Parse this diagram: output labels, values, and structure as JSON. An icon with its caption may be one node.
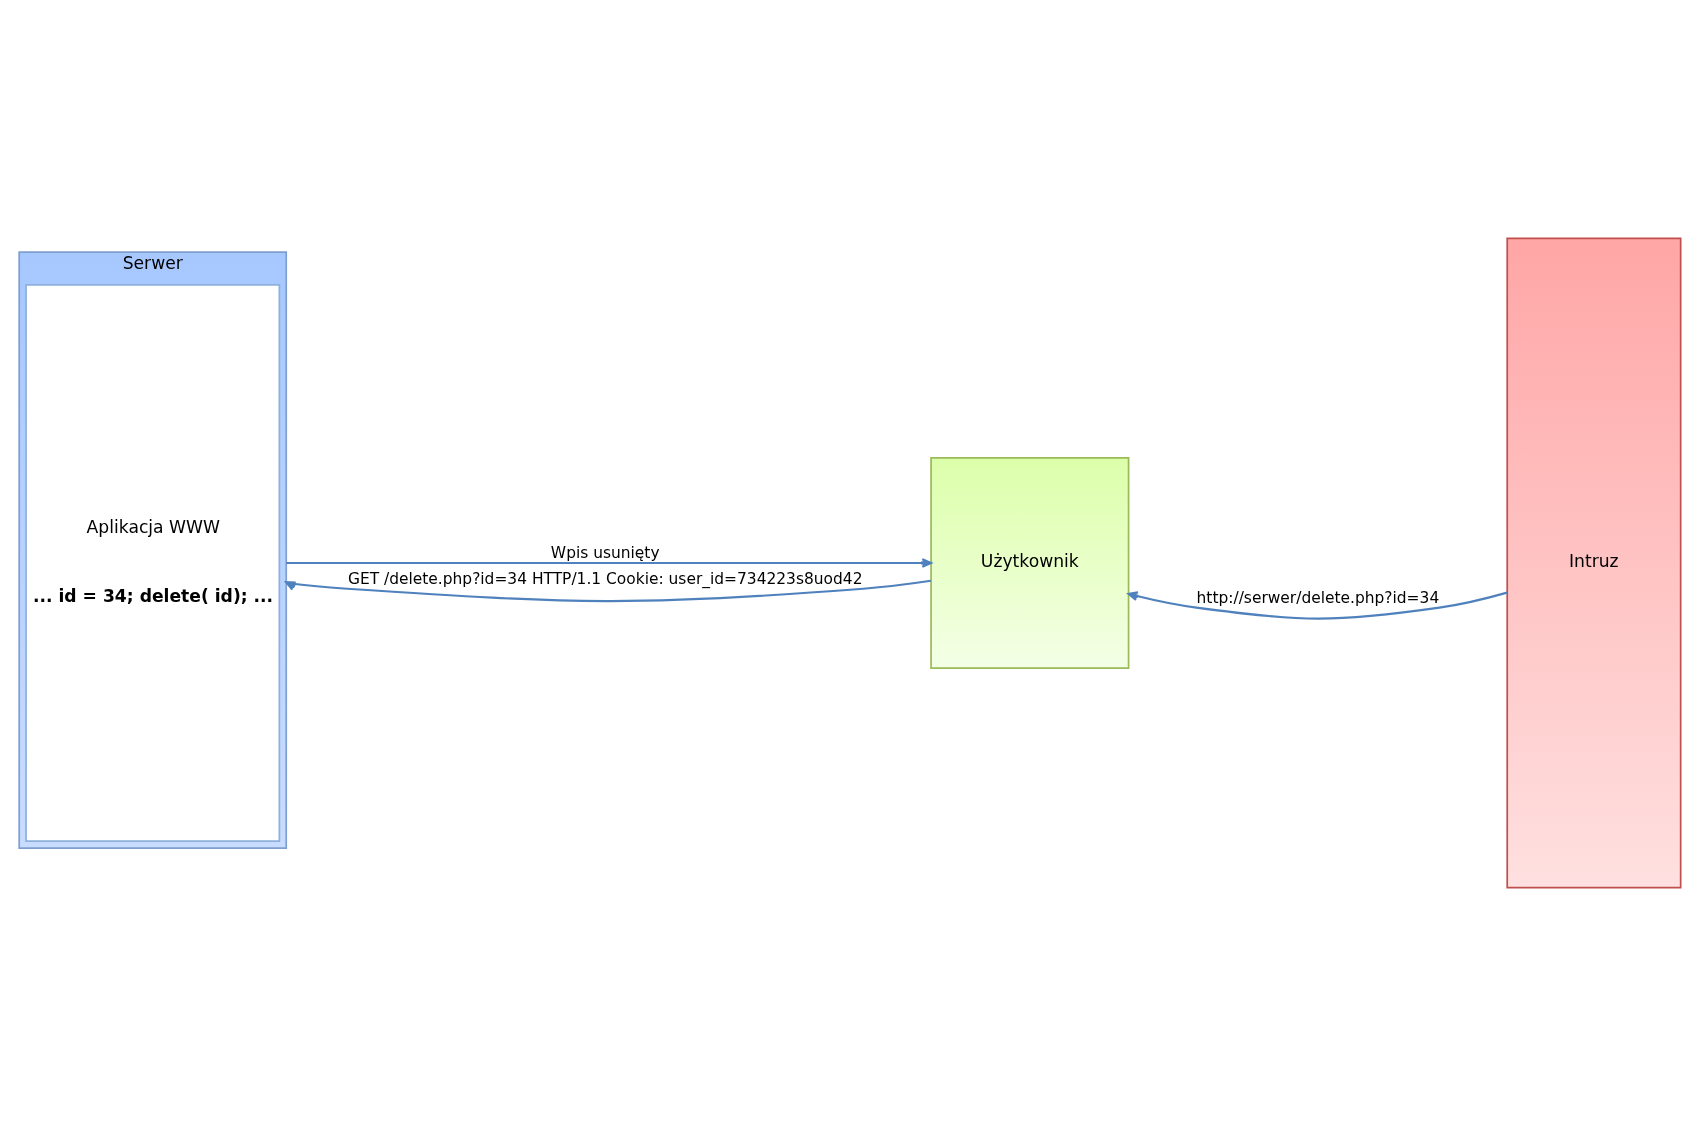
{
  "diagram": {
    "nodes": [
      {
        "text": [
          "Serwer"
        ]
      },
      {
        "text": [
          "Aplikacja WWW",
          "... id = 34; delete( id); ..."
        ],
        "in": 0
      },
      {
        "text": [
          "Użytkownik"
        ]
      },
      {
        "text": [
          "Intruz"
        ]
      }
    ],
    "edges": [
      {
        "from": 3,
        "to": 2,
        "arrow": "to",
        "label": "http://serwer/delete.php?id=34"
      },
      {
        "from": 0,
        "to": 2,
        "arrow": "to",
        "label": "Wpis usunięty"
      },
      {
        "from": 2,
        "to": 0,
        "arrow": "to",
        "label": "GET /delete.php?id=34 HTTP/1.1 Cookie: user_id=734223s8uod42"
      }
    ]
  }
}
